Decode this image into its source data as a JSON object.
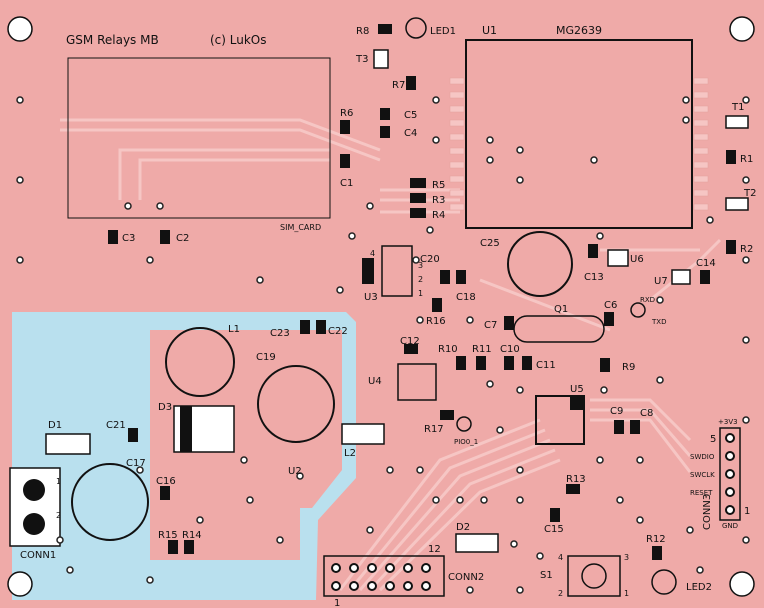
{
  "board": {
    "title": "GSM Relays MB",
    "author": "(c) LukOs",
    "colors": {
      "copper": "#efaaa8",
      "trace": "#f4bdbb",
      "outline": "#1a1a1a",
      "pad": "#111111",
      "area": "#b9e0ee",
      "via": "#ffffff"
    }
  },
  "labels": {
    "r8": "R8",
    "led1": "LED1",
    "u1": "U1",
    "mg": "MG2639",
    "t3": "T3",
    "r7": "R7",
    "r6": "R6",
    "c5": "C5",
    "c4": "C4",
    "c1": "C1",
    "r5": "R5",
    "r3": "R3",
    "r4": "R4",
    "sim": "SIM_CARD",
    "c3": "C3",
    "c2": "C2",
    "t1": "T1",
    "r1": "R1",
    "t2": "T2",
    "r2": "R2",
    "c20": "C20",
    "c25": "C25",
    "u3": "U3",
    "c18": "C18",
    "c13": "C13",
    "u6": "U6",
    "c14": "C14",
    "u7": "U7",
    "rxd": "RXD",
    "txd": "TXD",
    "r16": "R16",
    "q1": "Q1",
    "c6": "C6",
    "c7": "C7",
    "l1": "L1",
    "c23": "C23",
    "c22": "C22",
    "c12": "C12",
    "r10": "R10",
    "r11": "R11",
    "c10": "C10",
    "c11": "C11",
    "r9": "R9",
    "c19": "C19",
    "u4": "U4",
    "u5": "U5",
    "d3": "D3",
    "c9": "C9",
    "c8": "C8",
    "c21": "C21",
    "d1": "D1",
    "r17": "R17",
    "pio": "PIO0_1",
    "l2": "L2",
    "c17": "C17",
    "u2": "U2",
    "c16": "C16",
    "r13": "R13",
    "conn1": "CONN1",
    "c15": "C15",
    "r15": "R15",
    "r14": "R14",
    "d2": "D2",
    "r12": "R12",
    "s1": "S1",
    "conn2": "CONN2",
    "led2": "LED2",
    "conn3": "CONN3",
    "v33": "+3V3",
    "swdio": "SWDIO",
    "swclk": "SWCLK",
    "reset": "RESET",
    "gnd": "GND",
    "n1": "1",
    "n2": "2",
    "n3": "3",
    "n4": "4",
    "n5": "5",
    "n12": "12"
  }
}
